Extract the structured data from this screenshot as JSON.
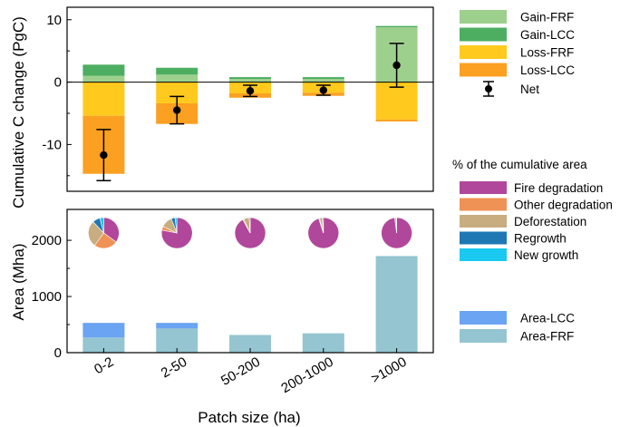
{
  "chart_data": [
    {
      "type": "bar",
      "stacked": true,
      "ylabel": "Cumulative C change (PgC)",
      "categories": [
        "0-2",
        "2-50",
        "50-200",
        "200-1000",
        ">1000"
      ],
      "ylim": [
        -17.5,
        12
      ],
      "yticks": [
        -10,
        0,
        10
      ],
      "zero_line": true,
      "legend_position": "right",
      "series": [
        {
          "name": "Gain-FRF",
          "color": "#9dd08d",
          "values": [
            1.0,
            1.2,
            0.5,
            0.5,
            8.8
          ]
        },
        {
          "name": "Gain-LCC",
          "color": "#4dae62",
          "values": [
            1.8,
            1.1,
            0.3,
            0.3,
            0.2
          ]
        },
        {
          "name": "Loss-FRF",
          "color": "#ffca1d",
          "values": [
            -5.4,
            -3.4,
            -1.8,
            -1.7,
            -6.0
          ]
        },
        {
          "name": "Loss-LCC",
          "color": "#fba020",
          "values": [
            -9.3,
            -3.3,
            -0.7,
            -0.5,
            -0.3
          ]
        }
      ],
      "net": {
        "name": "Net",
        "values": [
          -11.7,
          -4.5,
          -1.4,
          -1.3,
          2.7
        ],
        "err": [
          4.1,
          2.2,
          0.9,
          0.8,
          3.5
        ]
      }
    },
    {
      "type": "bar",
      "stacked": true,
      "ylabel": "Area (Mha)",
      "xlabel": "Patch size (ha)",
      "categories": [
        "0-2",
        "2-50",
        "50-200",
        "200-1000",
        ">1000"
      ],
      "ylim": [
        0,
        2550
      ],
      "yticks": [
        0,
        1000,
        2000
      ],
      "legend_position": "right",
      "series": [
        {
          "name": "Area-FRF",
          "color": "#94c5d0",
          "values": [
            270,
            430,
            315,
            345,
            1720
          ]
        },
        {
          "name": "Area-LCC",
          "color": "#6aa4f2",
          "values": [
            260,
            100,
            0,
            0,
            0
          ]
        }
      ],
      "pie_legend_title": "% of the cumulative area",
      "pie_categories": [
        {
          "name": "Fire degradation",
          "color": "#b1479b"
        },
        {
          "name": "Other degradation",
          "color": "#ef9255"
        },
        {
          "name": "Deforestation",
          "color": "#c7ad80"
        },
        {
          "name": "Regrowth",
          "color": "#1f77b4"
        },
        {
          "name": "New growth",
          "color": "#19c9f0"
        }
      ],
      "pies": [
        [
          35,
          25,
          28,
          8,
          4
        ],
        [
          78,
          4,
          12,
          4,
          2
        ],
        [
          92,
          1,
          6,
          1,
          0
        ],
        [
          95,
          1,
          3,
          1,
          0
        ],
        [
          98,
          0,
          1.5,
          0.5,
          0
        ]
      ]
    }
  ]
}
